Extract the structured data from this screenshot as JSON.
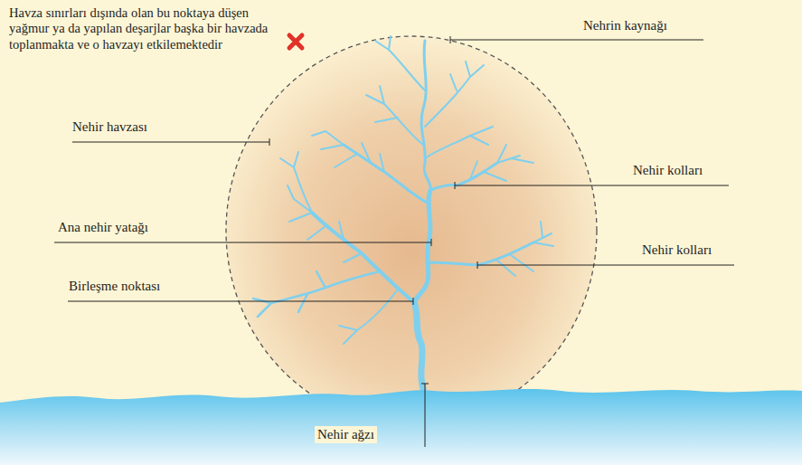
{
  "diagram": {
    "labels": [
      "Havza sınırları dışında olan bu noktaya düşen yağmur ya da yapılan deşarjlar başka bir havzada toplanmakta ve o havzayı etkilemektedir",
      "Nehrin kaynağı",
      "Nehir havzası",
      "Nehir kolları",
      "Ana nehir yatağı",
      "Nehir kolları",
      "Birleşme noktası",
      "Nehir ağzı"
    ]
  }
}
